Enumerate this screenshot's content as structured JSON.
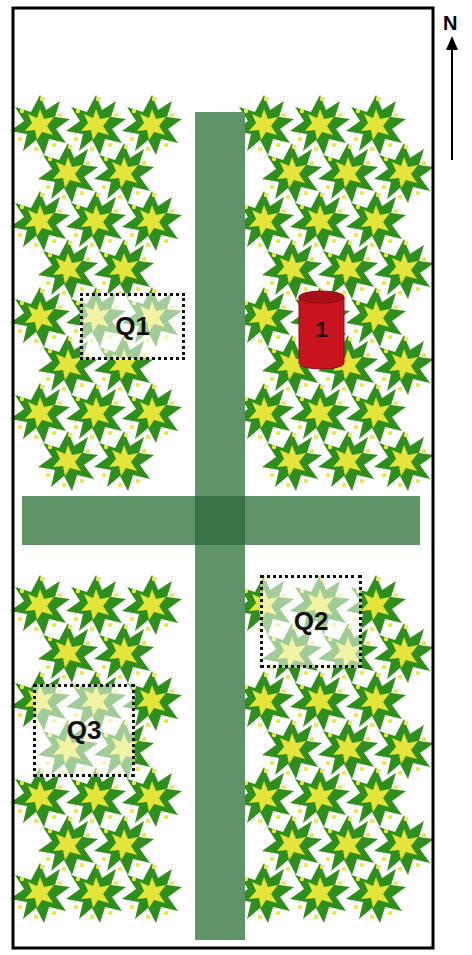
{
  "diagram": {
    "nodes": [
      {
        "text": [
          "Q1"
        ]
      },
      {
        "text": [
          "1"
        ]
      },
      {
        "text": [
          "Q2"
        ]
      },
      {
        "text": [
          "Q3"
        ]
      }
    ],
    "labels": [
      "N"
    ]
  }
}
